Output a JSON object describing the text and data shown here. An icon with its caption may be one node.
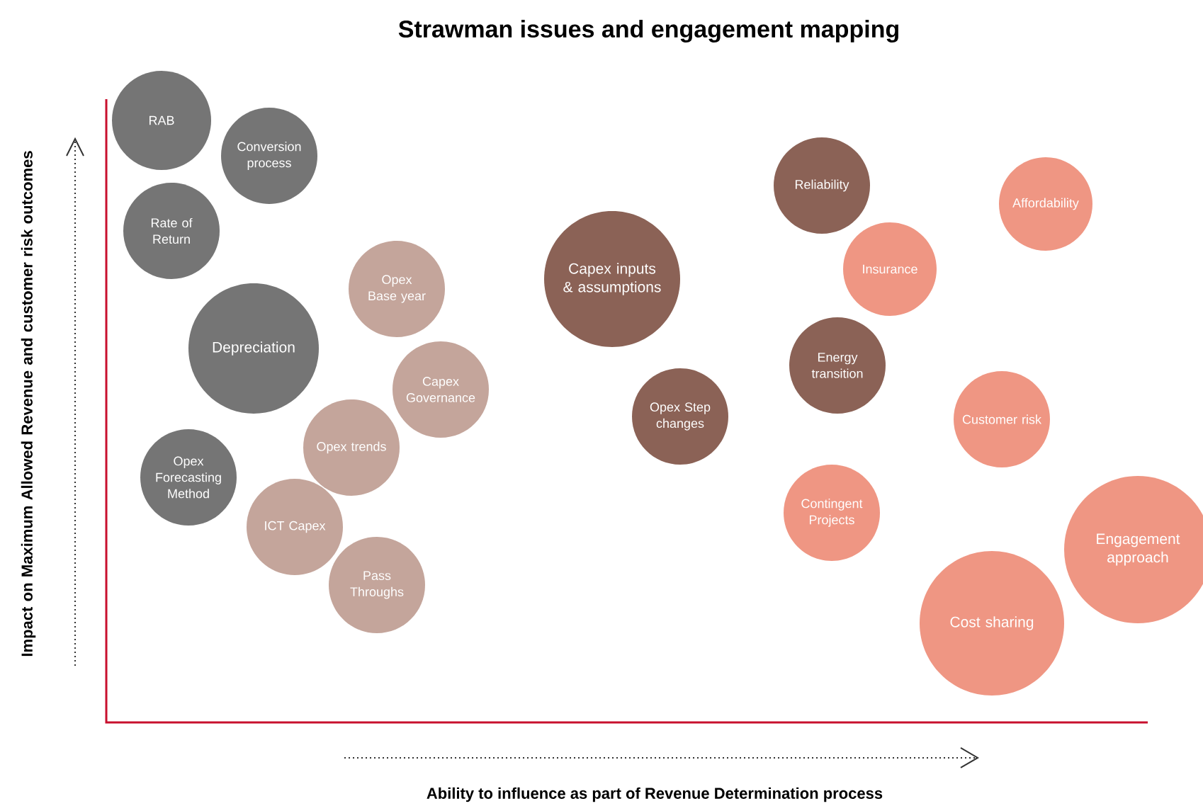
{
  "diagram": {
    "title": "Strawman issues and engagement mapping",
    "nodes": [
      {
        "text": [
          "RAB"
        ]
      },
      {
        "text": [
          "Conversion process"
        ]
      },
      {
        "text": [
          "Rate of Return"
        ]
      },
      {
        "text": [
          "Depreciation"
        ]
      },
      {
        "text": [
          "Opex Base year"
        ]
      },
      {
        "text": [
          "Capex Governance"
        ]
      },
      {
        "text": [
          "Opex Forecasting Method"
        ]
      },
      {
        "text": [
          "Opex trends"
        ]
      },
      {
        "text": [
          "ICT Capex"
        ]
      },
      {
        "text": [
          "Pass Throughs"
        ]
      },
      {
        "text": [
          "Capex inputs & assumptions"
        ]
      },
      {
        "text": [
          "Opex Step changes"
        ]
      },
      {
        "text": [
          "Reliability"
        ]
      },
      {
        "text": [
          "Insurance"
        ]
      },
      {
        "text": [
          "Affordability"
        ]
      },
      {
        "text": [
          "Energy transition"
        ]
      },
      {
        "text": [
          "Customer risk"
        ]
      },
      {
        "text": [
          "Contingent Projects"
        ]
      },
      {
        "text": [
          "Engagement approach"
        ]
      },
      {
        "text": [
          "Cost sharing"
        ]
      }
    ],
    "labels": [
      "Impact on Maximum Allowed Revenue and customer risk outcomes",
      "Ability to influence as part of Revenue Determination process"
    ]
  }
}
